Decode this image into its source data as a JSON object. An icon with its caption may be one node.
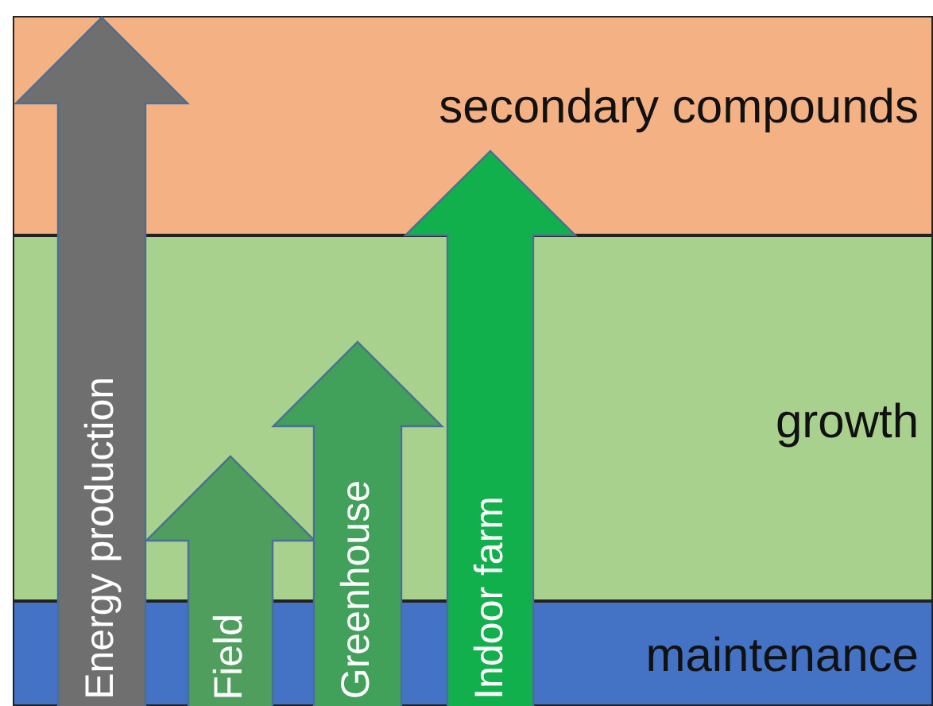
{
  "diagram": {
    "nodes": [
      {
        "text": [
          "secondary compounds"
        ]
      },
      {
        "text": [
          "growth"
        ]
      },
      {
        "text": [
          "maintenance"
        ]
      },
      {
        "text": [
          "Energy production"
        ]
      },
      {
        "text": [
          "Field"
        ]
      },
      {
        "text": [
          "Greenhouse"
        ]
      },
      {
        "text": [
          "Indoor farm"
        ]
      }
    ]
  }
}
